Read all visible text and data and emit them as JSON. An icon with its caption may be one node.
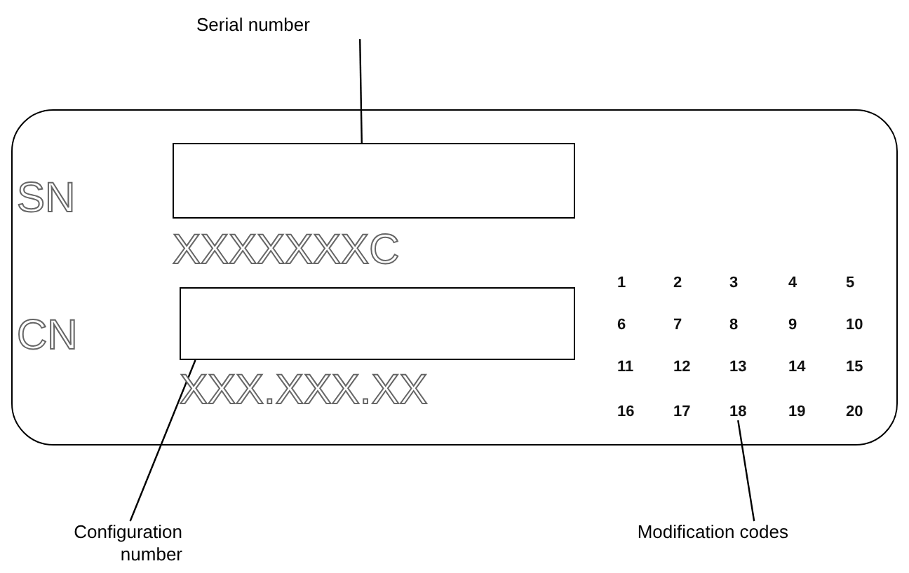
{
  "diagram": {
    "nodes": [
      {
        "text": [
          "Serial number"
        ]
      },
      {
        "text": [],
        "shape": "box"
      },
      {
        "text": [],
        "shape": "box",
        "in": 1
      },
      {
        "text": [],
        "shape": "box",
        "in": 1
      },
      {
        "text": [
          "Configuration number"
        ]
      },
      {
        "text": [
          "Modification codes"
        ]
      },
      {
        "text": [
          "18"
        ],
        "in": 1
      }
    ],
    "edges": [
      {
        "from": 0,
        "to": 2,
        "arrow": "none"
      },
      {
        "from": 4,
        "to": 3,
        "arrow": "none"
      },
      {
        "from": 5,
        "to": 6,
        "arrow": "none"
      }
    ],
    "labels": [
      "SN",
      "XXXXXXXC",
      "CN",
      "XXX.XXX.XX",
      "1",
      "2",
      "3",
      "4",
      "5",
      "6",
      "7",
      "8",
      "9",
      "10",
      "11",
      "12",
      "13",
      "14",
      "15",
      "16",
      "17",
      "19",
      "20"
    ]
  }
}
